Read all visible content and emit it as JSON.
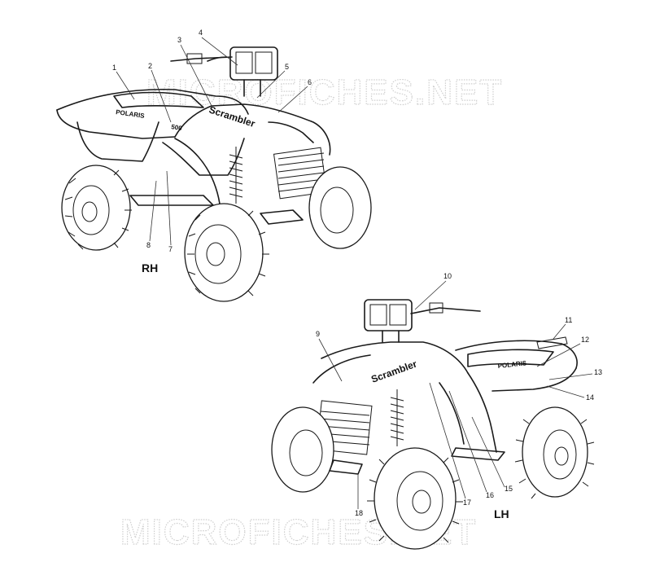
{
  "watermark": {
    "top": "MICROFICHES.NET",
    "bottom": "MICROFICHES.NET"
  },
  "views": {
    "rh": {
      "label": "RH",
      "callouts": [
        "1",
        "2",
        "3",
        "4",
        "5",
        "6",
        "7",
        "8"
      ]
    },
    "lh": {
      "label": "LH",
      "callouts": [
        "9",
        "10",
        "11",
        "12",
        "13",
        "14",
        "15",
        "16",
        "17",
        "18"
      ]
    }
  },
  "decals": {
    "brand": "POLARIS",
    "model": "Scrambler",
    "size": "500"
  }
}
